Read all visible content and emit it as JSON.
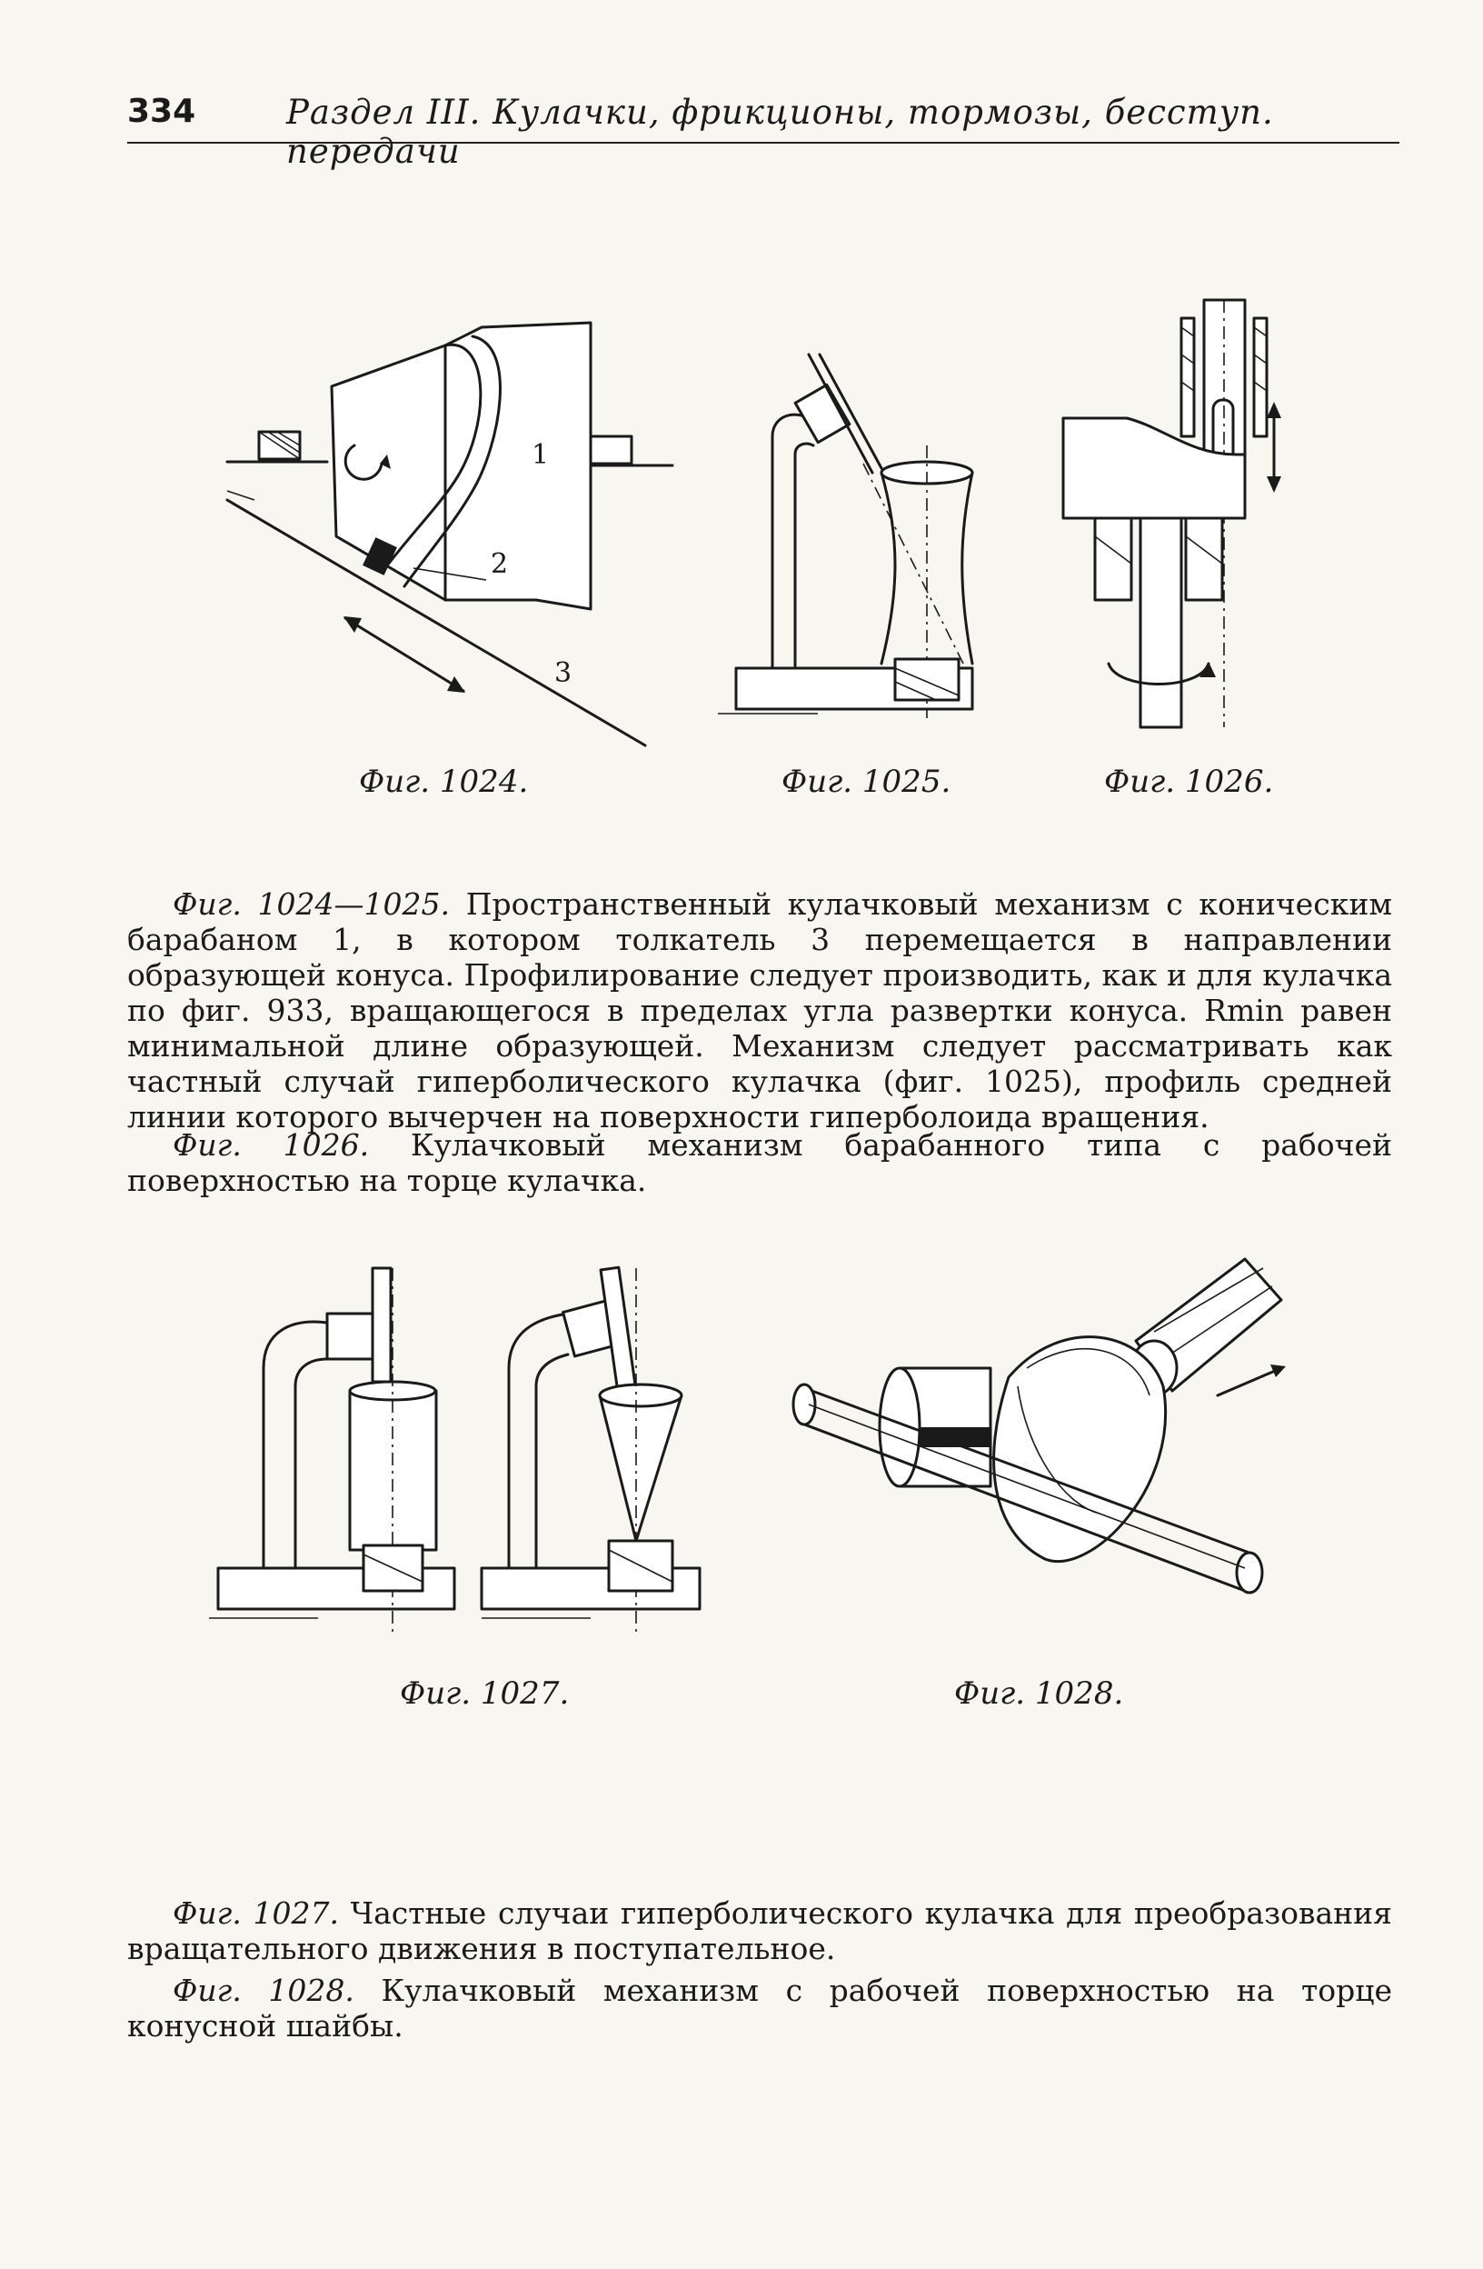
{
  "header": {
    "page_number": "334",
    "running_title": "Раздел III. Кулачки, фрикционы, тормозы, бесступ. передачи"
  },
  "figures_top": {
    "fig1024_caption": "Фиг. 1024.",
    "fig1025_caption": "Фиг. 1025.",
    "fig1026_caption": "Фиг. 1026.",
    "fig1024_labels": {
      "drum": "1",
      "roller": "2",
      "follower": "3"
    }
  },
  "paragraphs_top": [
    {
      "lead": "Фиг. 1024—1025.",
      "text": " Пространственный кулачковый механизм с коническим барабаном 1, в котором толкатель 3 перемещается в направлении образующей конуса. Профилирование следует производить, как и для кулачка по фиг. 933, вращающегося в пределах угла развертки конуса. Rmin равен минимальной длине образующей. Механизм следует рассматривать как частный случай гиперболического кулачка (фиг. 1025), профиль средней линии которого вычерчен на поверхности гиперболоида вращения."
    },
    {
      "lead": "Фиг. 1026.",
      "text": " Кулачковый механизм барабанного типа с рабочей поверхностью на торце кулачка."
    }
  ],
  "figures_bottom": {
    "fig1027_caption": "Фиг. 1027.",
    "fig1028_caption": "Фиг. 1028."
  },
  "paragraphs_bottom": [
    {
      "lead": "Фиг. 1027.",
      "text": " Частные случаи гиперболического кулачка для преобразования вращательного движения в поступательное."
    },
    {
      "lead": "Фиг. 1028.",
      "text": " Кулачковый механизм с рабочей поверхностью на торце конусной шайбы."
    }
  ]
}
